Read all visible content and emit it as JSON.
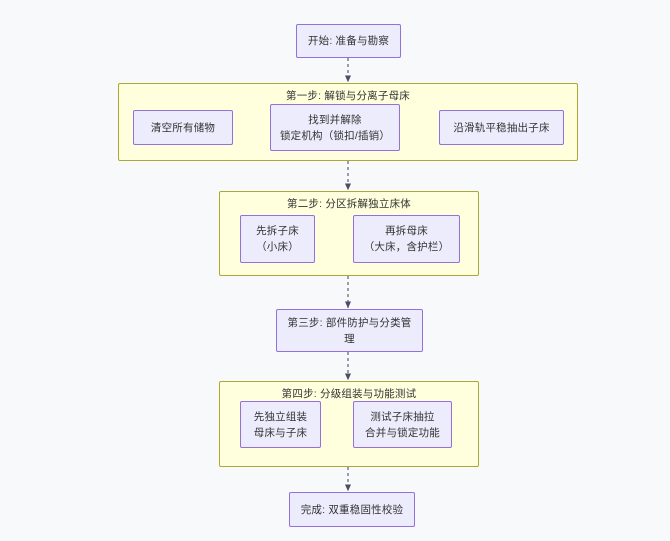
{
  "diagram": {
    "type": "flowchart",
    "direction": "top-to-bottom",
    "background_color": "#f8f9fb",
    "node_fill": "#ececfc",
    "node_border": "#9370db",
    "cluster_fill": "#ffffde",
    "cluster_border": "#aaaa33",
    "edge_color": "#5f5f7a",
    "edge_style": "dashed-with-arrowhead"
  },
  "nodes": {
    "start": {
      "label": "开始: 准备与勘察"
    },
    "s1_n1": {
      "label": "清空所有储物"
    },
    "s1_n2": {
      "line1": "找到并解除",
      "line2": "锁定机构（锁扣/插销）"
    },
    "s1_n3": {
      "label": "沿滑轨平稳抽出子床"
    },
    "s2_n1": {
      "line1": "先拆子床",
      "line2": "（小床）"
    },
    "s2_n2": {
      "line1": "再拆母床",
      "line2": "（大床，含护栏）"
    },
    "s3": {
      "label": "第三步: 部件防护与分类管理"
    },
    "s4_n1": {
      "line1": "先独立组装",
      "line2": "母床与子床"
    },
    "s4_n2": {
      "line1": "测试子床抽拉",
      "line2": "合并与锁定功能"
    },
    "finish": {
      "label": "完成: 双重稳固性校验"
    }
  },
  "clusters": {
    "step1": {
      "title": "第一步: 解锁与分离子母床"
    },
    "step2": {
      "title": "第二步: 分区拆解独立床体"
    },
    "step4": {
      "title": "第四步: 分级组装与功能测试"
    }
  },
  "edges": [
    {
      "from": "start",
      "to": "step1"
    },
    {
      "from": "s1_n1",
      "to": "s1_n2"
    },
    {
      "from": "s1_n2",
      "to": "s1_n3"
    },
    {
      "from": "step1",
      "to": "step2"
    },
    {
      "from": "s2_n1",
      "to": "s2_n2"
    },
    {
      "from": "step2",
      "to": "s3"
    },
    {
      "from": "s3",
      "to": "step4"
    },
    {
      "from": "s4_n1",
      "to": "s4_n2"
    },
    {
      "from": "step4",
      "to": "finish"
    }
  ]
}
